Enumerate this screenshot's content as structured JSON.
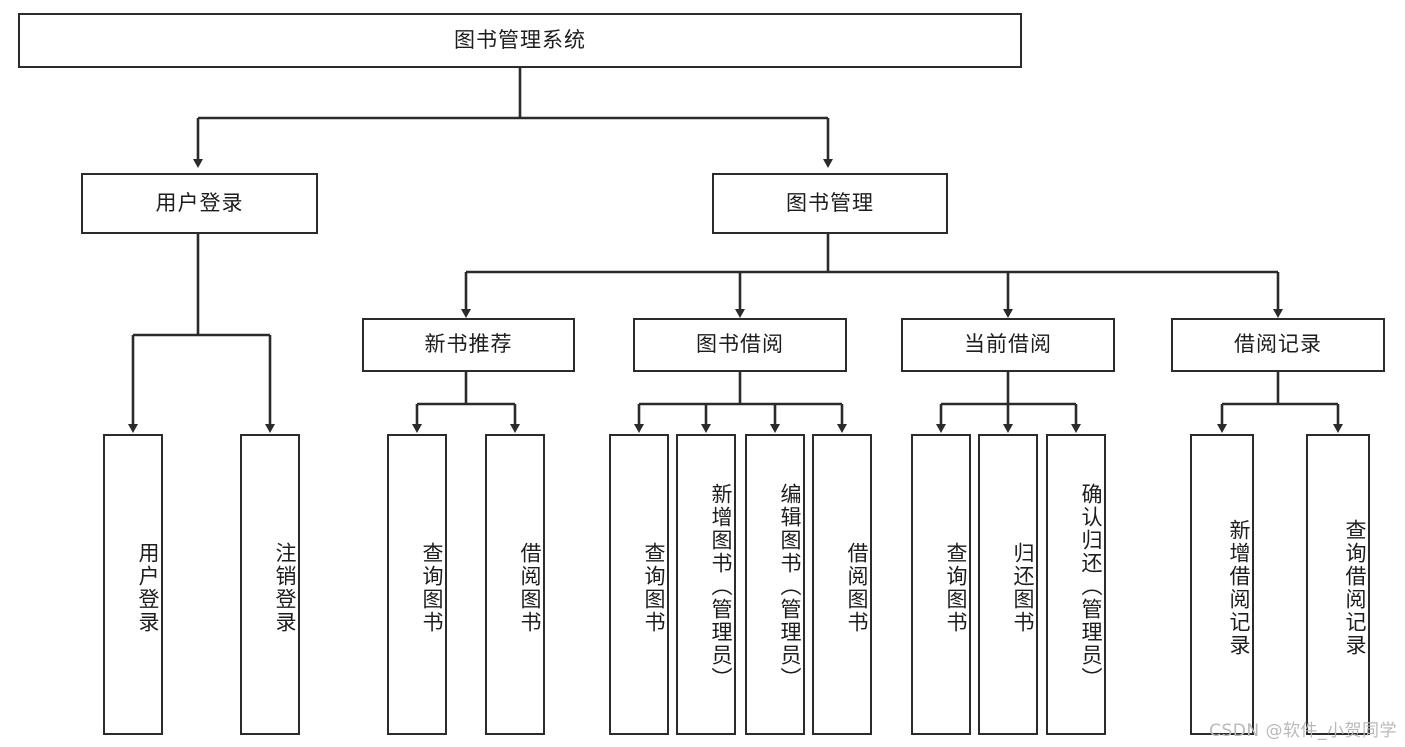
{
  "diagram": {
    "title": "图书管理系统",
    "type": "tree-hierarchy",
    "watermark": "CSDN @软件_小贺同学",
    "colors": {
      "stroke": "#2b2b2b",
      "fill": "#ffffff",
      "text": "#1d1d1d",
      "watermark": "#b9b9b9"
    }
  },
  "nodes": {
    "root": {
      "label": "图书管理系统",
      "level": 1,
      "orientation": "horizontal"
    },
    "user_login": {
      "label": "用户登录",
      "level": 2,
      "orientation": "horizontal"
    },
    "book_manage": {
      "label": "图书管理",
      "level": 2,
      "orientation": "horizontal"
    },
    "new_book_rec": {
      "label": "新书推荐",
      "level": 3,
      "orientation": "horizontal"
    },
    "book_borrow": {
      "label": "图书借阅",
      "level": 3,
      "orientation": "horizontal"
    },
    "current_borrow": {
      "label": "当前借阅",
      "level": 3,
      "orientation": "horizontal"
    },
    "borrow_record": {
      "label": "借阅记录",
      "level": 3,
      "orientation": "horizontal"
    },
    "leaf_user_login": {
      "label": "用户登录",
      "level": 3,
      "orientation": "vertical"
    },
    "leaf_logout": {
      "label": "注销登录",
      "level": 3,
      "orientation": "vertical"
    },
    "leaf_query_book_1": {
      "label": "查询图书",
      "level": 4,
      "orientation": "vertical"
    },
    "leaf_borrow_book_1": {
      "label": "借阅图书",
      "level": 4,
      "orientation": "vertical"
    },
    "leaf_query_book_2": {
      "label": "查询图书",
      "level": 4,
      "orientation": "vertical"
    },
    "leaf_add_book": {
      "label": "新增图书（管理员）",
      "level": 4,
      "orientation": "vertical"
    },
    "leaf_edit_book": {
      "label": "编辑图书（管理员）",
      "level": 4,
      "orientation": "vertical"
    },
    "leaf_borrow_book_2": {
      "label": "借阅图书",
      "level": 4,
      "orientation": "vertical"
    },
    "leaf_query_book_3": {
      "label": "查询图书",
      "level": 4,
      "orientation": "vertical"
    },
    "leaf_return_book": {
      "label": "归还图书",
      "level": 4,
      "orientation": "vertical"
    },
    "leaf_confirm_return": {
      "label": "确认归还（管理员）",
      "level": 4,
      "orientation": "vertical"
    },
    "leaf_add_record": {
      "label": "新增借阅记录",
      "level": 4,
      "orientation": "vertical"
    },
    "leaf_query_record": {
      "label": "查询借阅记录",
      "level": 4,
      "orientation": "vertical"
    }
  },
  "edges": [
    {
      "from": "root",
      "to": "user_login"
    },
    {
      "from": "root",
      "to": "book_manage"
    },
    {
      "from": "user_login",
      "to": "leaf_user_login"
    },
    {
      "from": "user_login",
      "to": "leaf_logout"
    },
    {
      "from": "book_manage",
      "to": "new_book_rec"
    },
    {
      "from": "book_manage",
      "to": "book_borrow"
    },
    {
      "from": "book_manage",
      "to": "current_borrow"
    },
    {
      "from": "book_manage",
      "to": "borrow_record"
    },
    {
      "from": "new_book_rec",
      "to": "leaf_query_book_1"
    },
    {
      "from": "new_book_rec",
      "to": "leaf_borrow_book_1"
    },
    {
      "from": "book_borrow",
      "to": "leaf_query_book_2"
    },
    {
      "from": "book_borrow",
      "to": "leaf_add_book"
    },
    {
      "from": "book_borrow",
      "to": "leaf_edit_book"
    },
    {
      "from": "book_borrow",
      "to": "leaf_borrow_book_2"
    },
    {
      "from": "current_borrow",
      "to": "leaf_query_book_3"
    },
    {
      "from": "current_borrow",
      "to": "leaf_return_book"
    },
    {
      "from": "current_borrow",
      "to": "leaf_confirm_return"
    },
    {
      "from": "borrow_record",
      "to": "leaf_add_record"
    },
    {
      "from": "borrow_record",
      "to": "leaf_query_record"
    }
  ]
}
